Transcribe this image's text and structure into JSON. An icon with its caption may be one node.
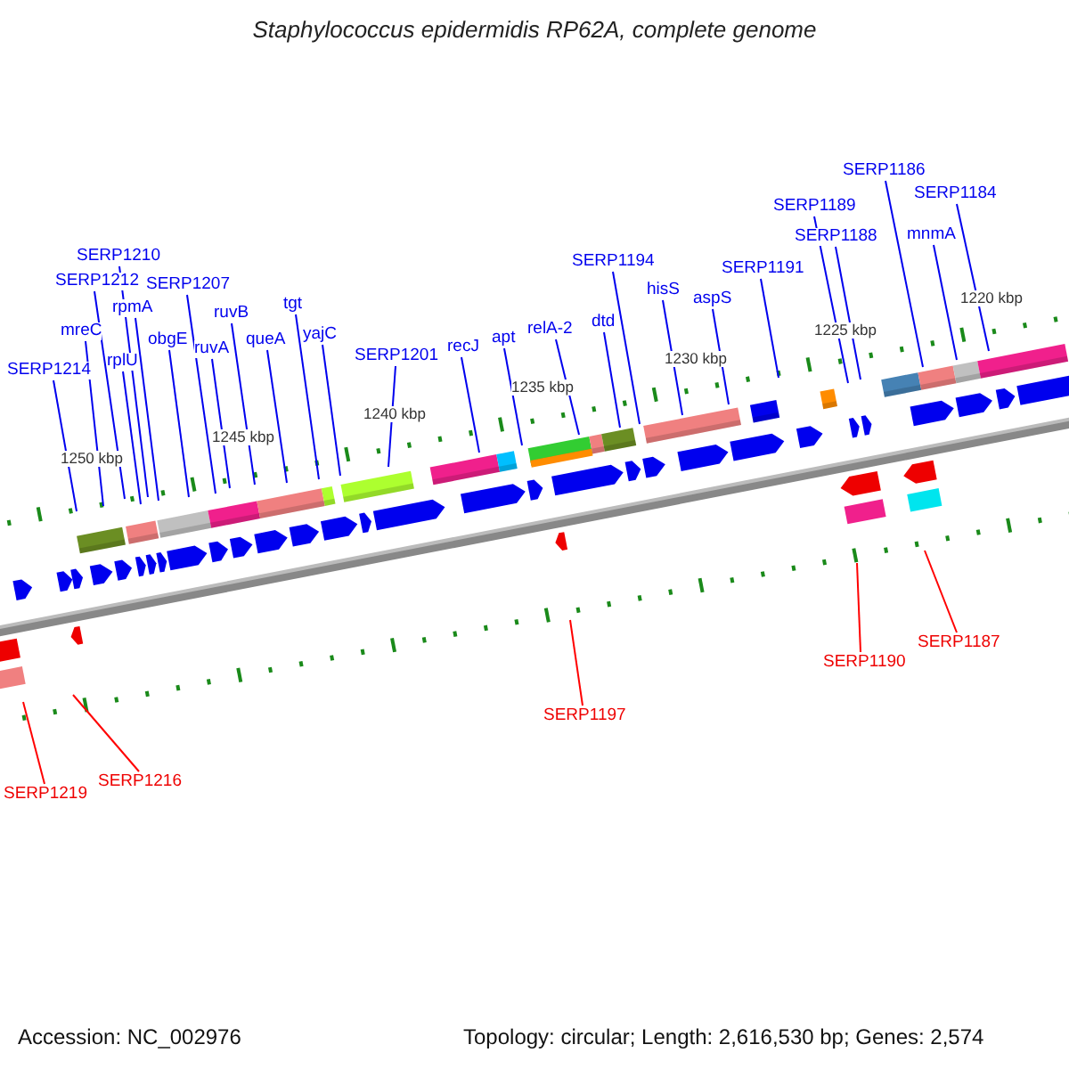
{
  "diagram": {
    "title": "Staphylococcus epidermidis RP62A, complete genome",
    "nodes": [
      {
        "text": [
          "SERP1214"
        ]
      },
      {
        "text": [
          "mreC"
        ]
      },
      {
        "text": [
          "SERP1212"
        ]
      },
      {
        "text": [
          "SERP1210"
        ]
      },
      {
        "text": [
          "rplU"
        ]
      },
      {
        "text": [
          "rpmA"
        ]
      },
      {
        "text": [
          "obgE"
        ]
      },
      {
        "text": [
          "SERP1207"
        ]
      },
      {
        "text": [
          "ruvA"
        ]
      },
      {
        "text": [
          "ruvB"
        ]
      },
      {
        "text": [
          "queA"
        ]
      },
      {
        "text": [
          "tgt"
        ]
      },
      {
        "text": [
          "yajC"
        ]
      },
      {
        "text": [
          "SERP1201"
        ]
      },
      {
        "text": [
          "recJ"
        ]
      },
      {
        "text": [
          "apt"
        ]
      },
      {
        "text": [
          "relA-2"
        ]
      },
      {
        "text": [
          "dtd"
        ]
      },
      {
        "text": [
          "SERP1194"
        ]
      },
      {
        "text": [
          "hisS"
        ]
      },
      {
        "text": [
          "aspS"
        ]
      },
      {
        "text": [
          "SERP1191"
        ]
      },
      {
        "text": [
          "SERP1189"
        ]
      },
      {
        "text": [
          "SERP1188"
        ]
      },
      {
        "text": [
          "SERP1186"
        ]
      },
      {
        "text": [
          "mnmA"
        ]
      },
      {
        "text": [
          "SERP1184"
        ]
      },
      {
        "text": [
          "SERP1219"
        ]
      },
      {
        "text": [
          "SERP1216"
        ]
      },
      {
        "text": [
          "SERP1197"
        ]
      },
      {
        "text": [
          "SERP1190"
        ]
      },
      {
        "text": [
          "SERP1187"
        ]
      }
    ],
    "edges": [
      {
        "from": 0,
        "to": null,
        "arrow": "none"
      },
      {
        "from": 1,
        "to": null,
        "arrow": "none"
      },
      {
        "from": 2,
        "to": null,
        "arrow": "none"
      },
      {
        "from": 3,
        "to": null,
        "arrow": "none"
      },
      {
        "from": 4,
        "to": null,
        "arrow": "none"
      },
      {
        "from": 5,
        "to": null,
        "arrow": "none"
      },
      {
        "from": 6,
        "to": null,
        "arrow": "none"
      },
      {
        "from": 7,
        "to": null,
        "arrow": "none"
      },
      {
        "from": 8,
        "to": null,
        "arrow": "none"
      },
      {
        "from": 9,
        "to": null,
        "arrow": "none"
      },
      {
        "from": 10,
        "to": null,
        "arrow": "none"
      },
      {
        "from": 11,
        "to": null,
        "arrow": "none"
      },
      {
        "from": 12,
        "to": null,
        "arrow": "none"
      },
      {
        "from": 13,
        "to": null,
        "arrow": "none"
      },
      {
        "from": 14,
        "to": null,
        "arrow": "none"
      },
      {
        "from": 15,
        "to": null,
        "arrow": "none"
      },
      {
        "from": 16,
        "to": null,
        "arrow": "none"
      },
      {
        "from": 17,
        "to": null,
        "arrow": "none"
      },
      {
        "from": 18,
        "to": null,
        "arrow": "none"
      },
      {
        "from": 19,
        "to": null,
        "arrow": "none"
      },
      {
        "from": 20,
        "to": null,
        "arrow": "none"
      },
      {
        "from": 21,
        "to": null,
        "arrow": "none"
      },
      {
        "from": 22,
        "to": null,
        "arrow": "none"
      },
      {
        "from": 23,
        "to": null,
        "arrow": "none"
      },
      {
        "from": 24,
        "to": null,
        "arrow": "none"
      },
      {
        "from": 25,
        "to": null,
        "arrow": "none"
      },
      {
        "from": 26,
        "to": null,
        "arrow": "none"
      },
      {
        "from": 27,
        "to": null,
        "arrow": "none",
        "color": "#ff0000"
      },
      {
        "from": 28,
        "to": null,
        "arrow": "none",
        "color": "#ff0000"
      },
      {
        "from": 29,
        "to": null,
        "arrow": "none",
        "color": "#ff0000"
      },
      {
        "from": 30,
        "to": null,
        "arrow": "none",
        "color": "#ff0000"
      },
      {
        "from": 31,
        "to": null,
        "arrow": "none",
        "color": "#ff0000"
      }
    ],
    "labels": [
      "1250 kbp",
      "1245 kbp",
      "1240 kbp",
      "1235 kbp",
      "1230 kbp",
      "1225 kbp",
      "1220 kbp",
      "Accession: NC_002976",
      "Topology: circular; Length: 2,616,530 bp; Genes: 2,574"
    ]
  }
}
